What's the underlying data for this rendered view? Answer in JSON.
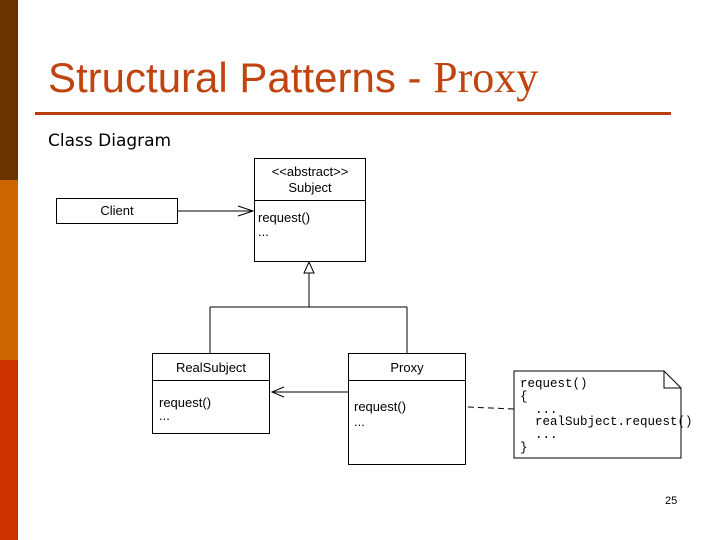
{
  "slide": {
    "title_main": "Structural Patterns",
    "title_separator": " - ",
    "title_proxy": "Proxy",
    "subtitle": "Class Diagram",
    "page_number": "25",
    "accent_colors": {
      "sidebar_dark": "#6b3300",
      "sidebar_mid": "#cc6600",
      "sidebar_light": "#cc3300",
      "title": "#c0440f"
    }
  },
  "diagram": {
    "subject": {
      "stereotype": "<<abstract>>",
      "name": "Subject",
      "operation": "request()",
      "ellipsis": "..."
    },
    "client": {
      "name": "Client"
    },
    "real_subject": {
      "name": "RealSubject",
      "operation": "request()",
      "ellipsis": "..."
    },
    "proxy": {
      "name": "Proxy",
      "operation": "request()",
      "ellipsis": "..."
    },
    "note": {
      "lines": [
        "request()",
        "{",
        "  ...",
        "  realSubject.request()",
        "  ...",
        "}"
      ]
    }
  }
}
